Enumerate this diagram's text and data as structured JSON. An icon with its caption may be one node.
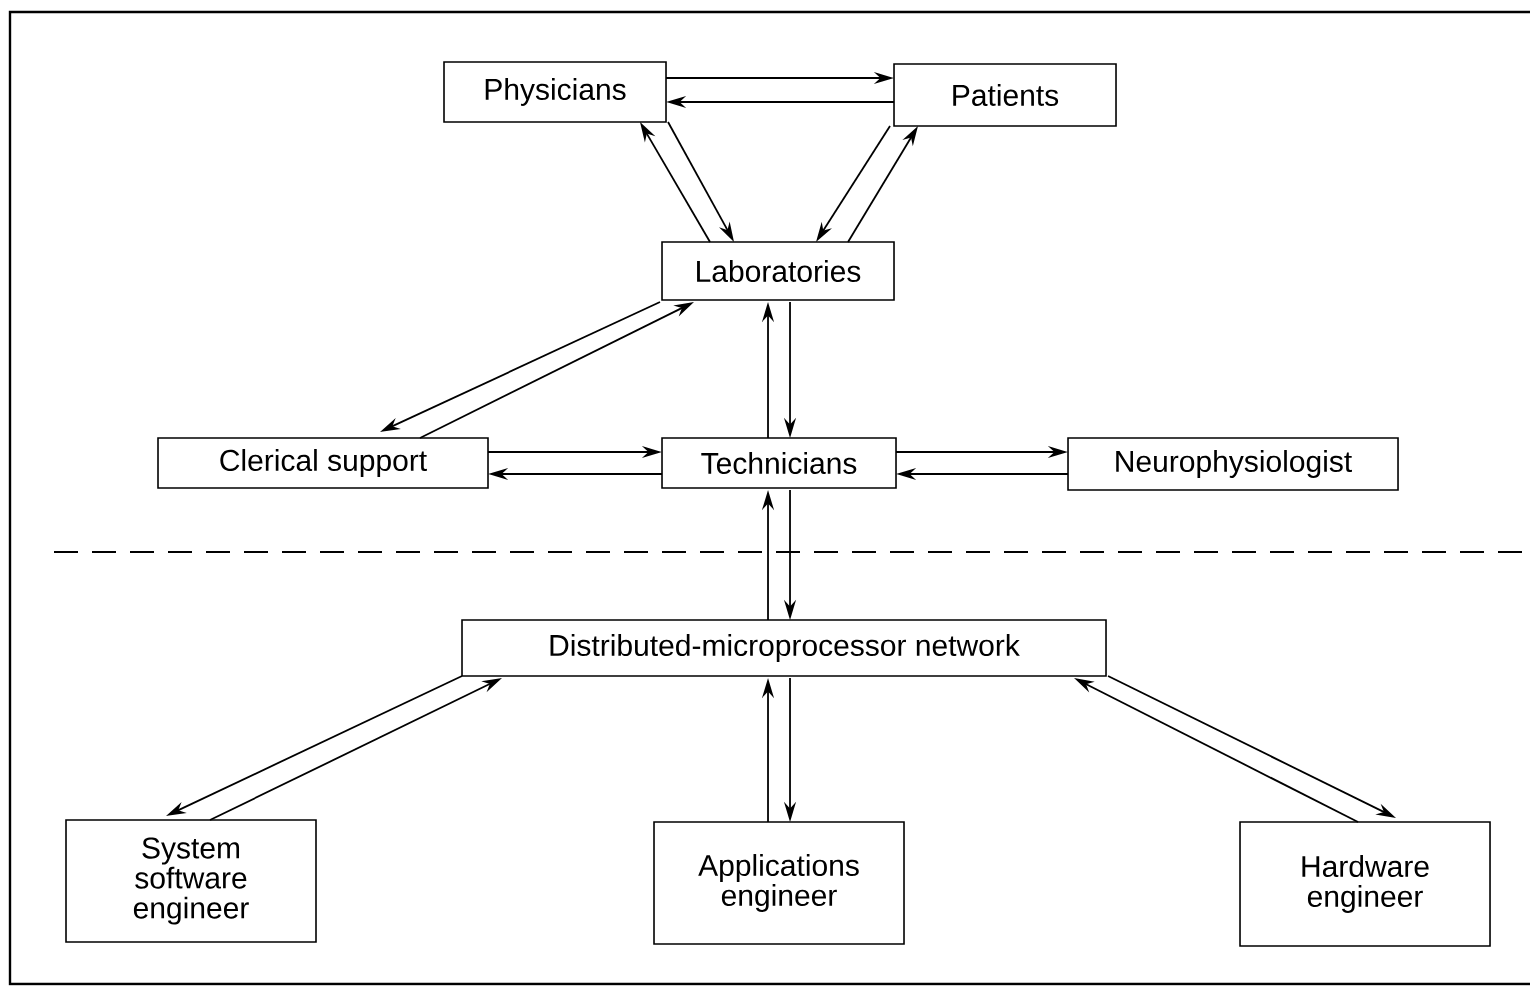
{
  "diagram": {
    "nodes": [
      {
        "text": [
          "Physicians"
        ]
      },
      {
        "text": [
          "Patients"
        ]
      },
      {
        "text": [
          "Laboratories"
        ]
      },
      {
        "text": [
          "Clerical support"
        ]
      },
      {
        "text": [
          "Technicians"
        ]
      },
      {
        "text": [
          "Neurophysiologist"
        ]
      },
      {
        "text": [
          "Distributed-microprocessor network"
        ]
      },
      {
        "text": [
          "System software engineer"
        ]
      },
      {
        "text": [
          "Applications engineer"
        ]
      },
      {
        "text": [
          "Hardware engineer"
        ]
      }
    ],
    "edges": [
      {
        "from": 0,
        "to": 1,
        "arrow": "to"
      },
      {
        "from": 1,
        "to": 0,
        "arrow": "to"
      },
      {
        "from": 2,
        "to": 0,
        "arrow": "to"
      },
      {
        "from": 0,
        "to": 2,
        "arrow": "to"
      },
      {
        "from": 1,
        "to": 2,
        "arrow": "to"
      },
      {
        "from": 2,
        "to": 1,
        "arrow": "to"
      },
      {
        "from": 2,
        "to": 3,
        "arrow": "to"
      },
      {
        "from": 3,
        "to": 2,
        "arrow": "to"
      },
      {
        "from": 4,
        "to": 2,
        "arrow": "to"
      },
      {
        "from": 2,
        "to": 4,
        "arrow": "to"
      },
      {
        "from": 3,
        "to": 4,
        "arrow": "to"
      },
      {
        "from": 4,
        "to": 3,
        "arrow": "to"
      },
      {
        "from": 4,
        "to": 5,
        "arrow": "to"
      },
      {
        "from": 5,
        "to": 4,
        "arrow": "to"
      },
      {
        "from": 6,
        "to": 4,
        "arrow": "to"
      },
      {
        "from": 4,
        "to": 6,
        "arrow": "to"
      },
      {
        "from": 6,
        "to": 7,
        "arrow": "to"
      },
      {
        "from": 7,
        "to": 6,
        "arrow": "to"
      },
      {
        "from": 8,
        "to": 6,
        "arrow": "to"
      },
      {
        "from": 6,
        "to": 8,
        "arrow": "to"
      },
      {
        "from": 9,
        "to": 6,
        "arrow": "to"
      },
      {
        "from": 6,
        "to": 9,
        "arrow": "to"
      }
    ]
  }
}
